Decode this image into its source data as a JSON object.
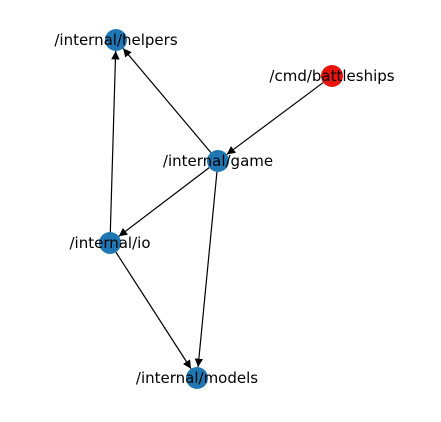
{
  "graph": {
    "nodes": [
      {
        "id": "helpers",
        "label": "/internal/helpers",
        "color": "#1f77b4"
      },
      {
        "id": "battleships",
        "label": "/cmd/battleships",
        "color": "#e8140c"
      },
      {
        "id": "game",
        "label": "/internal/game",
        "color": "#1f77b4"
      },
      {
        "id": "io",
        "label": "/internal/io",
        "color": "#1f77b4"
      },
      {
        "id": "models",
        "label": "/internal/models",
        "color": "#1f77b4"
      }
    ],
    "edges": [
      {
        "from": "battleships",
        "to": "game"
      },
      {
        "from": "game",
        "to": "helpers"
      },
      {
        "from": "game",
        "to": "io"
      },
      {
        "from": "game",
        "to": "models"
      },
      {
        "from": "io",
        "to": "helpers"
      },
      {
        "from": "io",
        "to": "models"
      }
    ]
  }
}
